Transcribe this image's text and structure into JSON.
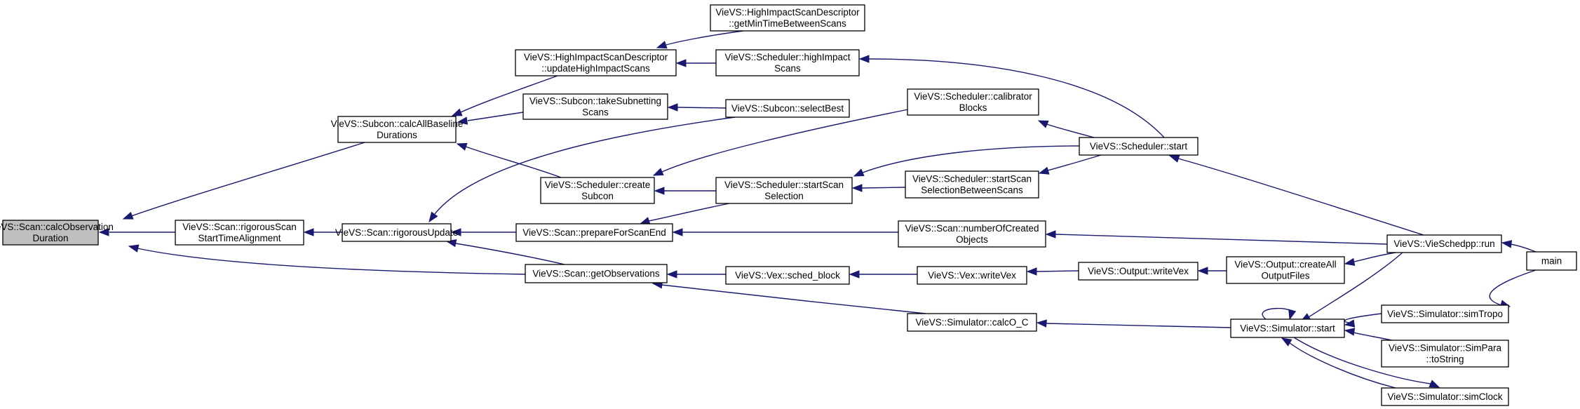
{
  "graph": {
    "colors": {
      "edge": "#191970",
      "root_fill": "#bfbfbf",
      "node_fill": "#ffffff",
      "border": "#000000"
    },
    "nodes": [
      {
        "id": "calcObsDur",
        "lines": [
          "VieVS::Scan::calcObservation",
          "Duration"
        ],
        "root": true
      },
      {
        "id": "calcAllBaseline",
        "lines": [
          "VieVS::Subcon::calcAllBaseline",
          "Durations"
        ]
      },
      {
        "id": "rigorousScanStart",
        "lines": [
          "VieVS::Scan::rigorousScan",
          "StartTimeAlignment"
        ]
      },
      {
        "id": "getObservations",
        "lines": [
          "VieVS::Scan::getObservations"
        ]
      },
      {
        "id": "updateHighImpact",
        "lines": [
          "VieVS::HighImpactScanDescriptor",
          "::updateHighImpactScans"
        ]
      },
      {
        "id": "takeSubnetting",
        "lines": [
          "VieVS::Subcon::takeSubnetting",
          "Scans"
        ]
      },
      {
        "id": "createSubcon",
        "lines": [
          "VieVS::Scheduler::create",
          "Subcon"
        ]
      },
      {
        "id": "rigorousUpdate",
        "lines": [
          "VieVS::Scan::rigorousUpdate"
        ]
      },
      {
        "id": "prepareForScanEnd",
        "lines": [
          "VieVS::Scan::prepareForScanEnd"
        ]
      },
      {
        "id": "getMinTime",
        "lines": [
          "VieVS::HighImpactScanDescriptor",
          "::getMinTimeBetweenScans"
        ]
      },
      {
        "id": "highImpactScans",
        "lines": [
          "VieVS::Scheduler::highImpact",
          "Scans"
        ]
      },
      {
        "id": "selectBest",
        "lines": [
          "VieVS::Subcon::selectBest"
        ]
      },
      {
        "id": "startScanSelection",
        "lines": [
          "VieVS::Scheduler::startScan",
          "Selection"
        ]
      },
      {
        "id": "schedBlock",
        "lines": [
          "VieVS::Vex::sched_block"
        ]
      },
      {
        "id": "calibratorBlocks",
        "lines": [
          "VieVS::Scheduler::calibrator",
          "Blocks"
        ]
      },
      {
        "id": "startScanSelBetween",
        "lines": [
          "VieVS::Scheduler::startScan",
          "SelectionBetweenScans"
        ]
      },
      {
        "id": "numberOfCreated",
        "lines": [
          "VieVS::Scan::numberOfCreated",
          "Objects"
        ]
      },
      {
        "id": "writeVex",
        "lines": [
          "VieVS::Vex::writeVex"
        ]
      },
      {
        "id": "calcOC",
        "lines": [
          "VieVS::Simulator::calcO_C"
        ]
      },
      {
        "id": "schedulerStart",
        "lines": [
          "VieVS::Scheduler::start"
        ]
      },
      {
        "id": "outputWriteVex",
        "lines": [
          "VieVS::Output::writeVex"
        ]
      },
      {
        "id": "createAllOutput",
        "lines": [
          "VieVS::Output::createAll",
          "OutputFiles"
        ]
      },
      {
        "id": "simulatorStart",
        "lines": [
          "VieVS::Simulator::start"
        ]
      },
      {
        "id": "vieSchedppRun",
        "lines": [
          "VieVS::VieSchedpp::run"
        ]
      },
      {
        "id": "simTropo",
        "lines": [
          "VieVS::Simulator::simTropo"
        ]
      },
      {
        "id": "simParaToString",
        "lines": [
          "VieVS::Simulator::SimPara",
          "::toString"
        ]
      },
      {
        "id": "simClock",
        "lines": [
          "VieVS::Simulator::simClock"
        ]
      },
      {
        "id": "main",
        "lines": [
          "main"
        ]
      }
    ],
    "edges": [
      {
        "from": "calcAllBaseline",
        "to": "calcObsDur"
      },
      {
        "from": "rigorousScanStart",
        "to": "calcObsDur"
      },
      {
        "from": "getObservations",
        "to": "calcObsDur"
      },
      {
        "from": "updateHighImpact",
        "to": "calcAllBaseline"
      },
      {
        "from": "takeSubnetting",
        "to": "calcAllBaseline"
      },
      {
        "from": "createSubcon",
        "to": "calcAllBaseline"
      },
      {
        "from": "rigorousUpdate",
        "to": "rigorousScanStart"
      },
      {
        "from": "selectBest",
        "to": "rigorousUpdate"
      },
      {
        "from": "prepareForScanEnd",
        "to": "rigorousUpdate"
      },
      {
        "from": "getObservations",
        "to": "rigorousUpdate"
      },
      {
        "from": "getMinTime",
        "to": "updateHighImpact"
      },
      {
        "from": "highImpactScans",
        "to": "updateHighImpact"
      },
      {
        "from": "selectBest",
        "to": "takeSubnetting"
      },
      {
        "from": "calibratorBlocks",
        "to": "createSubcon"
      },
      {
        "from": "startScanSelection",
        "to": "createSubcon"
      },
      {
        "from": "startScanSelection",
        "to": "prepareForScanEnd"
      },
      {
        "from": "numberOfCreated",
        "to": "prepareForScanEnd"
      },
      {
        "from": "schedBlock",
        "to": "getObservations"
      },
      {
        "from": "calcOC",
        "to": "getObservations"
      },
      {
        "from": "schedulerStart",
        "to": "highImpactScans"
      },
      {
        "from": "schedulerStart",
        "to": "calibratorBlocks"
      },
      {
        "from": "schedulerStart",
        "to": "startScanSelection"
      },
      {
        "from": "startScanSelBetween",
        "to": "startScanSelection"
      },
      {
        "from": "writeVex",
        "to": "schedBlock"
      },
      {
        "from": "schedulerStart",
        "to": "startScanSelBetween"
      },
      {
        "from": "vieSchedppRun",
        "to": "numberOfCreated"
      },
      {
        "from": "outputWriteVex",
        "to": "writeVex"
      },
      {
        "from": "simulatorStart",
        "to": "calcOC"
      },
      {
        "from": "vieSchedppRun",
        "to": "schedulerStart"
      },
      {
        "from": "createAllOutput",
        "to": "outputWriteVex"
      },
      {
        "from": "vieSchedppRun",
        "to": "createAllOutput"
      },
      {
        "from": "main",
        "to": "vieSchedppRun"
      },
      {
        "from": "vieSchedppRun",
        "to": "simulatorStart"
      },
      {
        "from": "simulatorStart",
        "to": "simulatorStart"
      },
      {
        "from": "simTropo",
        "to": "simulatorStart"
      },
      {
        "from": "simParaToString",
        "to": "simulatorStart"
      },
      {
        "from": "simClock",
        "to": "simulatorStart"
      },
      {
        "from": "simulatorStart",
        "to": "simClock"
      },
      {
        "from": "main",
        "to": "simTropo"
      }
    ]
  }
}
